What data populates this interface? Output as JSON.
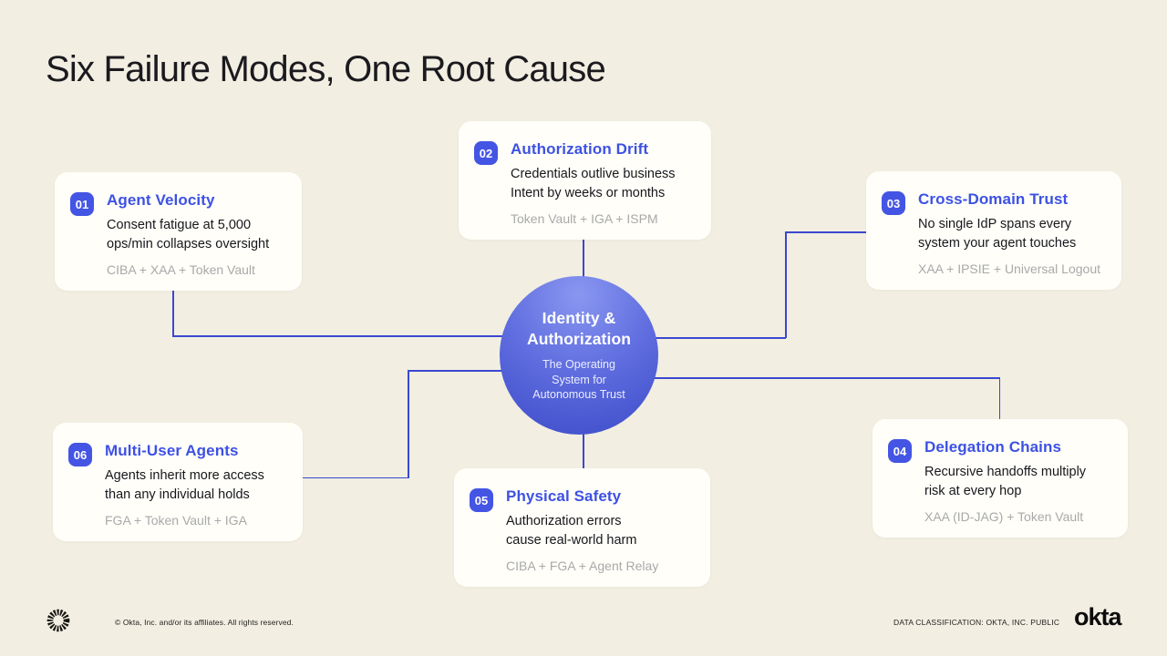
{
  "title": "Six Failure Modes, One Root Cause",
  "center": {
    "title": "Identity &\nAuthorization",
    "subtitle": "The Operating\nSystem for\nAutonomous Trust"
  },
  "cards": [
    {
      "number": "01",
      "title": "Agent Velocity",
      "body": "Consent fatigue at 5,000\nops/min collapses oversight",
      "meta": "CIBA + XAA + Token Vault"
    },
    {
      "number": "02",
      "title": "Authorization Drift",
      "body": "Credentials outlive business\nIntent by weeks or months",
      "meta": "Token Vault + IGA + ISPM"
    },
    {
      "number": "03",
      "title": "Cross-Domain Trust",
      "body": "No single IdP spans every\nsystem your agent touches",
      "meta": "XAA + IPSIE + Universal Logout"
    },
    {
      "number": "04",
      "title": "Delegation Chains",
      "body": "Recursive handoffs multiply\nrisk at every hop",
      "meta": "XAA (ID-JAG) + Token Vault"
    },
    {
      "number": "05",
      "title": "Physical Safety",
      "body": "Authorization errors\ncause real-world harm",
      "meta": "CIBA + FGA + Agent Relay"
    },
    {
      "number": "06",
      "title": "Multi-User Agents",
      "body": "Agents inherit more access\nthan any individual holds",
      "meta": "FGA + Token Vault + IGA"
    }
  ],
  "footer": {
    "copyright": "© Okta, Inc. and/or its affiliates. All rights reserved.",
    "classification": "DATA CLASSIFICATION: OKTA, INC. PUBLIC",
    "wordmark": "okta"
  },
  "colors": {
    "background": "#f2eee2",
    "card_background": "#fffef9",
    "accent_blue": "#4455e4",
    "card_title_blue": "#3d51e4",
    "connector_blue": "#3a48d0",
    "circle_gradient_top": "#8a97f1",
    "circle_gradient_bottom": "#3d4cc9",
    "meta_gray": "#a9a9a9",
    "text_dark": "#17171c"
  }
}
